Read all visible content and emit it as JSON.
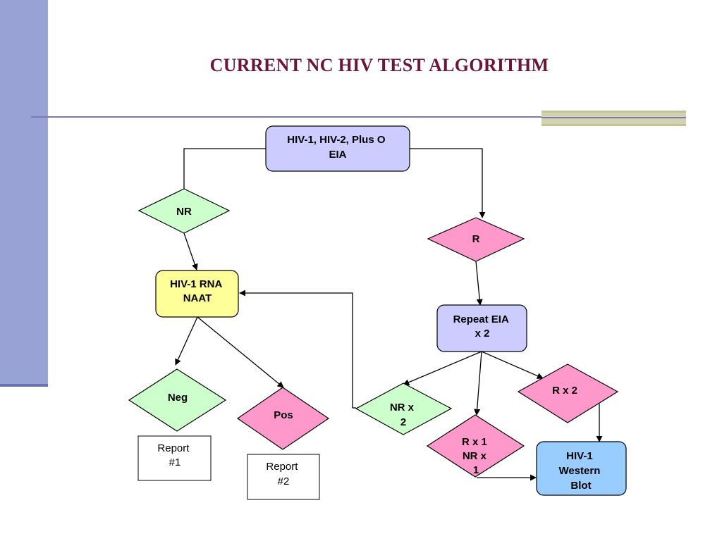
{
  "slide": {
    "title": "CURRENT NC HIV TEST ALGORITHM"
  },
  "colors": {
    "sidebar": "#98a2d4",
    "title_text": "#6b1538",
    "box_lavender": "#ccccff",
    "box_yellow": "#ffff99",
    "box_blue": "#99ccff",
    "diamond_green": "#ccffcc",
    "diamond_pink": "#ff99cc",
    "report_box": "#ffffff"
  },
  "nodes": {
    "eia": {
      "lines": [
        "HIV-1, HIV-2, Plus O",
        "EIA"
      ]
    },
    "nr": {
      "lines": [
        "NR"
      ]
    },
    "r": {
      "lines": [
        "R"
      ]
    },
    "naat": {
      "lines": [
        "HIV-1 RNA",
        "NAAT"
      ]
    },
    "repeat": {
      "lines": [
        "Repeat EIA",
        "x 2"
      ]
    },
    "neg": {
      "lines": [
        "Neg"
      ]
    },
    "pos": {
      "lines": [
        "Pos"
      ]
    },
    "nrx2": {
      "lines": [
        "NR x",
        "2"
      ]
    },
    "rx2": {
      "lines": [
        "R x 2"
      ]
    },
    "mixed": {
      "lines": [
        "R x 1",
        "NR x",
        "1"
      ]
    },
    "wb": {
      "lines": [
        "HIV-1",
        "Western",
        "Blot"
      ]
    },
    "report1": {
      "lines": [
        "Report",
        "#1"
      ]
    },
    "report2": {
      "lines": [
        "Report",
        "#2"
      ]
    }
  }
}
